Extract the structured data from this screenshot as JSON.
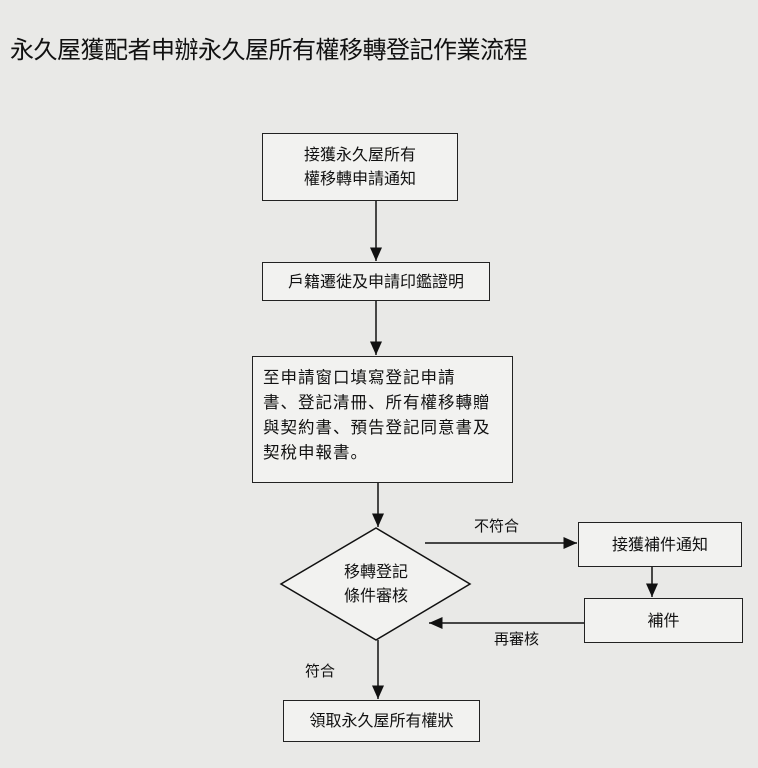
{
  "title": "永久屋獲配者申辦永久屋所有權移轉登記作業流程",
  "steps": {
    "notice": [
      "接獲永久屋所有",
      "權移轉申請通知"
    ],
    "household": "戶籍遷徙及申請印鑑證明",
    "apply": [
      "至申請窗口填寫登記申請",
      "書、登記清冊、所有權移轉贈",
      "與契約書、預告登記同意書及",
      "契稅申報書。"
    ],
    "review": [
      "移轉登記",
      "條件審核"
    ],
    "supplement_notice": "接獲補件通知",
    "supplement": "補件",
    "receive": "領取永久屋所有權狀"
  },
  "edges": {
    "not_match": "不符合",
    "re_review": "再審核",
    "match": "符合"
  }
}
